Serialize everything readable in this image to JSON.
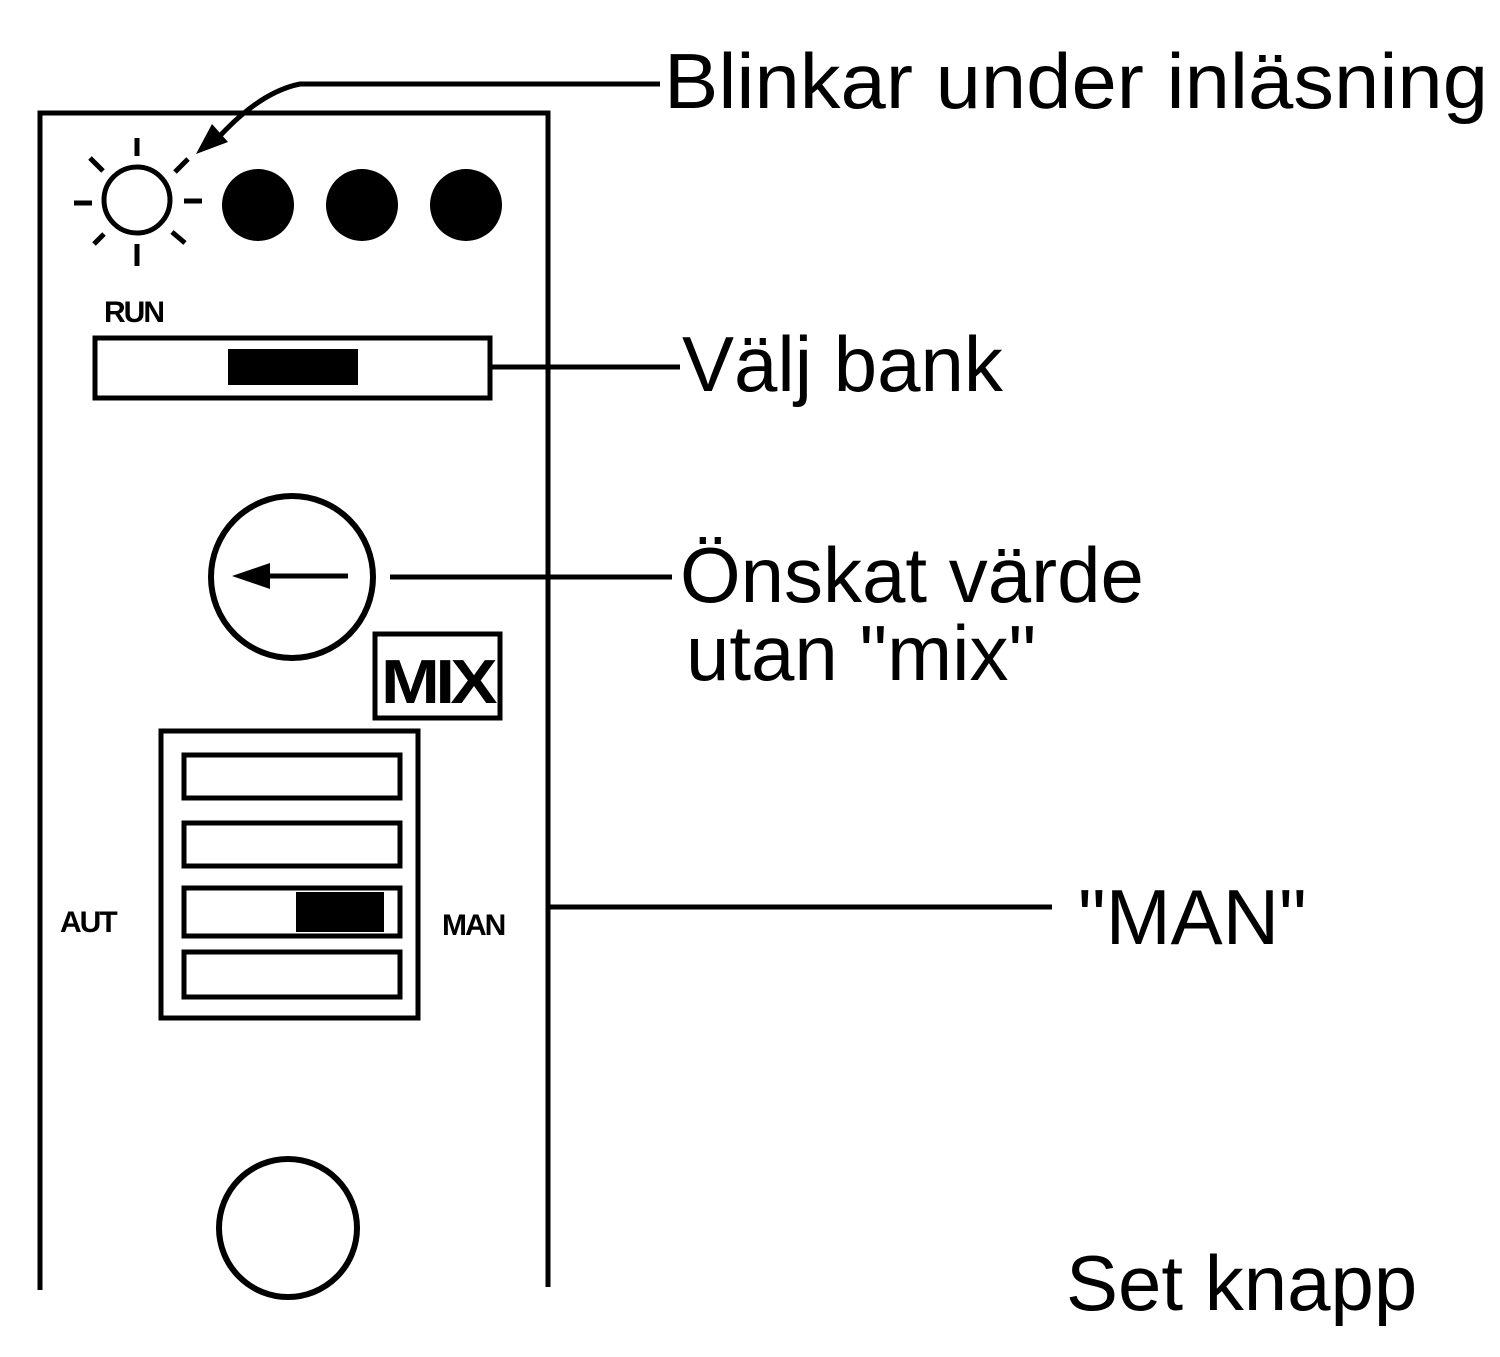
{
  "panel": {
    "run_label": "RUN",
    "mix_label": "MIX",
    "aut_label": "AUT",
    "man_label": "MAN",
    "leds": [
      {
        "name": "run-led",
        "state": "blinking"
      },
      {
        "name": "led-2",
        "state": "on"
      },
      {
        "name": "led-3",
        "state": "on"
      },
      {
        "name": "led-4",
        "state": "on"
      }
    ],
    "switch_rows": [
      {
        "name": "switch-row-1",
        "position": "none"
      },
      {
        "name": "switch-row-2",
        "position": "none"
      },
      {
        "name": "switch-row-3",
        "position": "MAN"
      },
      {
        "name": "switch-row-4",
        "position": "none"
      }
    ]
  },
  "callouts": {
    "blinking": "Blinkar under inläsning",
    "select_bank": "Välj bank",
    "desired_value_line1": "Önskat värde",
    "desired_value_line2": "utan \"mix\"",
    "man": "\"MAN\"",
    "set_button": "Set knapp"
  },
  "colors": {
    "ink": "#000000",
    "background": "#ffffff"
  }
}
